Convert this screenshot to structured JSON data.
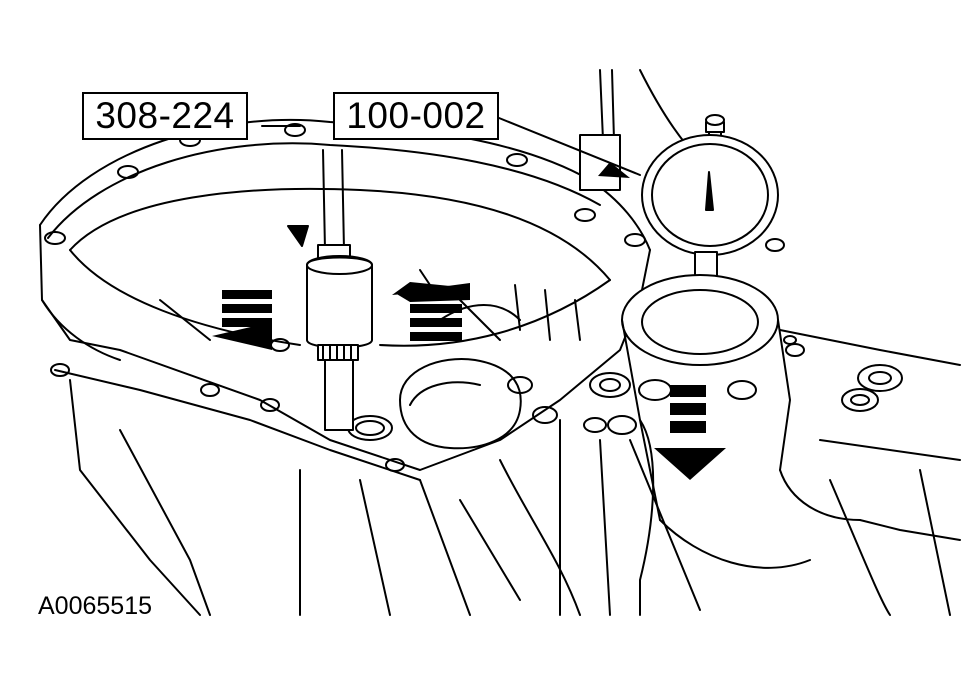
{
  "callouts": [
    {
      "label": "308-224"
    },
    {
      "label": "100-002"
    }
  ],
  "figure_id": "A0065515",
  "colors": {
    "line": "#000000",
    "background": "#ffffff"
  },
  "icons": [
    "dial-indicator-icon",
    "arrow-down-icon",
    "arrow-left-icon",
    "arrow-right-icon"
  ]
}
